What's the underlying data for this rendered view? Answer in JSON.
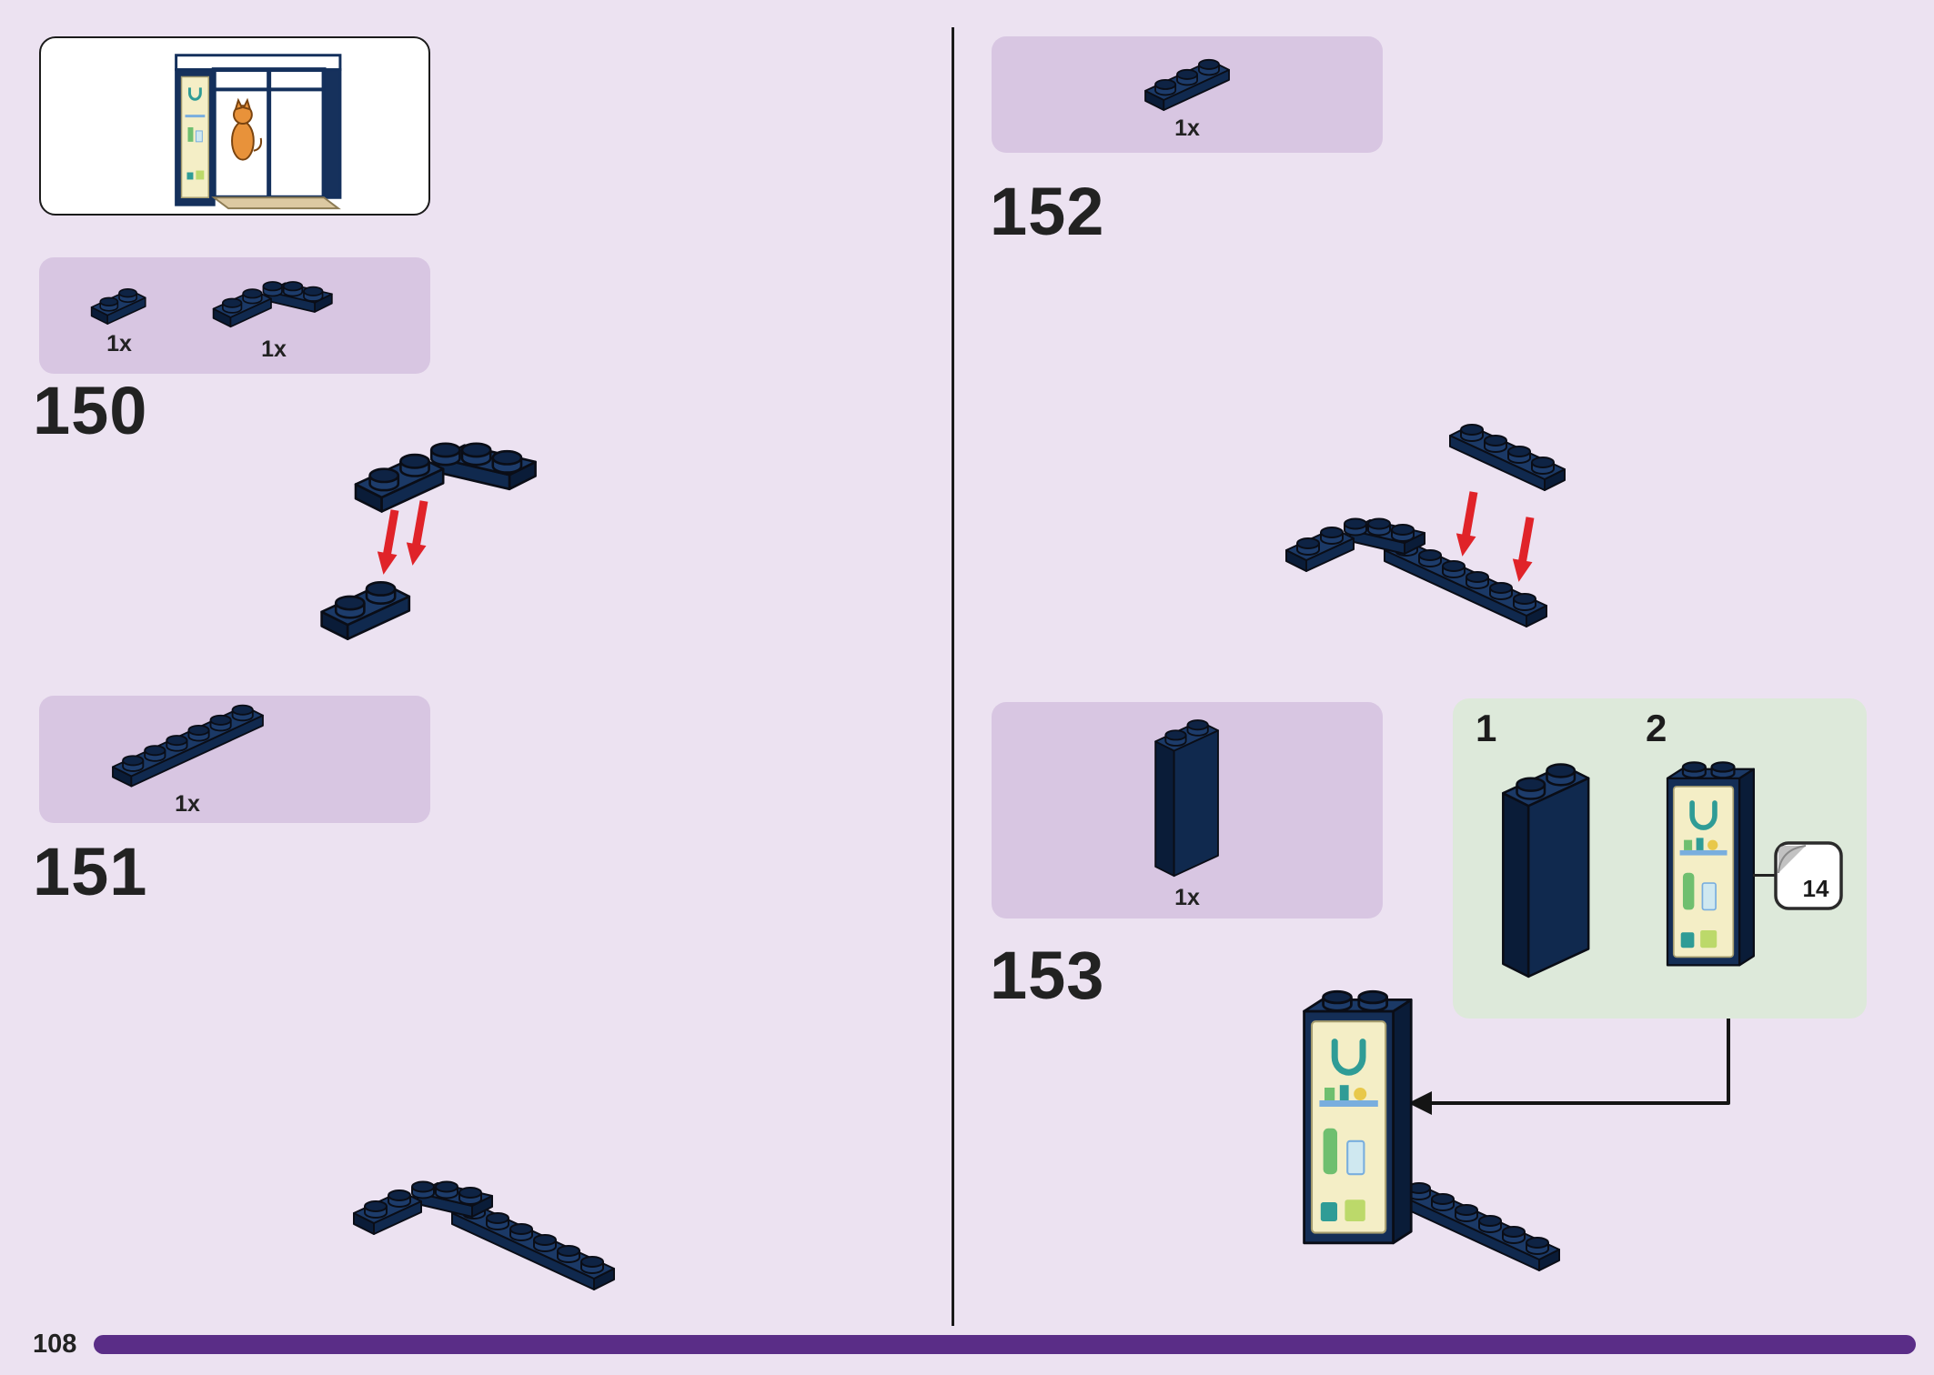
{
  "page": {
    "colors": {
      "background": "#ece2f1",
      "panel": "#d8c6e2",
      "green_panel": "#dde9da",
      "brick": "#1b3966",
      "arrow_red": "#e02329",
      "progress": "#5a2d87",
      "divider": "#1a1a1a",
      "text": "#222222"
    }
  },
  "steps": {
    "s150": {
      "number": "150",
      "parts": [
        {
          "name": "plate-1x2-dark-blue",
          "count": "1x"
        },
        {
          "name": "hinge-plate-assembly-dark-blue",
          "count": "1x"
        }
      ]
    },
    "s151": {
      "number": "151",
      "parts": [
        {
          "name": "plate-1x6-dark-blue",
          "count": "1x"
        }
      ]
    },
    "s152": {
      "number": "152",
      "parts": [
        {
          "name": "plate-1x3-dark-blue",
          "count": "1x"
        }
      ]
    },
    "s153": {
      "number": "153",
      "parts": [
        {
          "name": "brick-1x2x5-dark-blue",
          "count": "1x"
        }
      ]
    }
  },
  "sticker_panel": {
    "step1": "1",
    "step2": "2",
    "sticker_sheet": "14"
  },
  "footer": {
    "page_number": "108"
  }
}
